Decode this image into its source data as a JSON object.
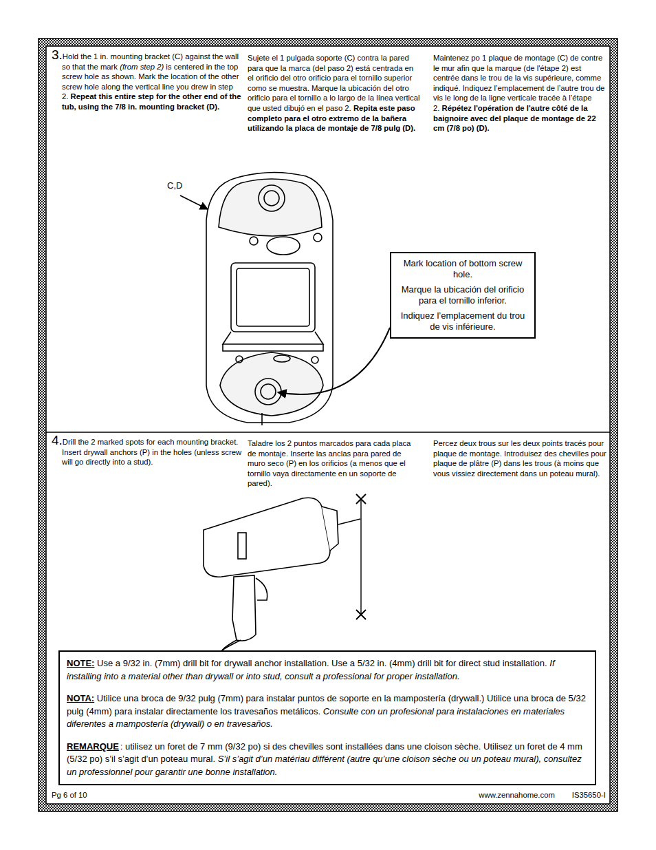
{
  "diagram": {
    "nodes": [
      {
        "text": [
          "Mark location of bottom screw hole.",
          "Marque la ubicación del orificio para el tornillo inferior.",
          "Indiquez l’emplacement du trou de vis inférieure."
        ]
      },
      {
        "text": [
          "NOTE:",
          "Use a 9/32 in. (7mm) drill bit for drywall anchor installation. Use a 5/32 in. (4mm) drill bit for direct stud installation.",
          "If installing into a material other than drywall or into stud, consult a professional for proper installation.",
          "NOTA:",
          "Utilice una broca de 9/32 pulg (7mm) para instalar puntos de soporte en la mampostería (drywall.) Utilice una broca de 5/32 pulg (4mm) para instalar directamente los travesaños metálicos.",
          "Consulte con un profesional para instalaciones en materiales diferentes a mampostería (drywall) o en travesaños.",
          "REMARQUE",
          ": utilisez un foret de 7 mm (9/32 po) si des chevilles sont installées dans une cloison sèche. Utilisez un foret de 4 mm (5/32 po) s’il s’agit d’un poteau mural.",
          "S’il s’agit d’un matériau différent (autre qu’une cloison sèche ou un poteau mural), consultez un professionnel pour garantir une bonne installation."
        ]
      }
    ],
    "labels": [
      "3.",
      "Hold the 1 in. mounting bracket (C) against the wall so that the mark",
      "(from step 2)",
      "is centered in the top screw hole as shown. Mark the location of the other screw hole along the vertical line you drew in step 2.",
      "Repeat this entire step for the other end of the tub, using the 7/8 in. mounting bracket (D).",
      "Sujete el 1 pulgada soporte (C) contra la pared para que la marca (del paso 2) está centrada en el orificio del otro orificio para el tornillo superior como se muestra. Marque la ubicación del otro orificio para el tornillo a lo largo de la línea vertical que usted dibujó en el paso 2.",
      "Repita este paso completo para el otro extremo de la bañera utilizando la placa de montaje de 7/8 pulg (D).",
      "Maintenez po 1 plaque de montage (C) de contre le mur afin que la marque (de l'étape 2) est centrée dans le trou de la vis supérieure, comme indiqué. Indiquez l’emplacement de l’autre trou de vis le long de la ligne verticale tracée à l’étape 2.",
      "Répétez l'opération de l'autre côté de la baignoire avec del plaque de montage de 22 cm (7/8 po) (D).",
      "C,D",
      "4.",
      "Drill the 2 marked spots for each mounting bracket. Insert drywall anchors (P) in the holes (unless screw will go directly into a stud).",
      "Taladre los 2 puntos marcados para cada placa de montaje. Inserte las anclas para pared de muro seco (P) en los orificios (a menos que el tornillo vaya directamente en un soporte de pared).",
      "Percez deux trous sur les deux points tracés pour plaque de montage. Introduisez des chevilles pour plaque de plâtre (P) dans les trous (à moins que vous vissiez directement dans un poteau mural).",
      "Pg 6 of 10",
      "www.zennahome.com",
      "IS35650-I"
    ]
  }
}
